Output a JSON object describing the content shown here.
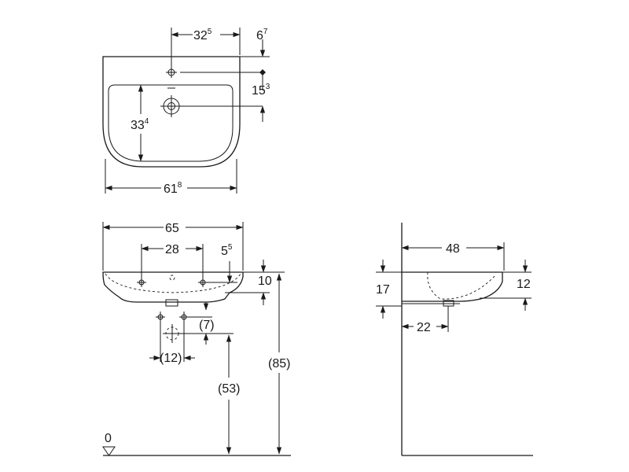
{
  "top_view": {
    "dim_tap_offset": {
      "main": "32",
      "sup": "5"
    },
    "dim_tap_edge": {
      "main": "6",
      "sup": "7"
    },
    "dim_drain_offset": {
      "main": "15",
      "sup": "3"
    },
    "dim_bowl_depth": {
      "main": "33",
      "sup": "4"
    },
    "dim_bowl_width": {
      "main": "61",
      "sup": "8"
    }
  },
  "front_view": {
    "dim_overall_width": "65",
    "dim_fixing_spacing": "28",
    "dim_fixing_offset": {
      "main": "5",
      "sup": "5"
    },
    "dim_rim_height": "10",
    "dim_supply_drop": "(7)",
    "dim_supply_spacing": "(12)",
    "dim_supply_height": "(53)",
    "dim_rim_floor": "(85)",
    "floor_level": "0"
  },
  "side_view": {
    "dim_projection": "48",
    "dim_depth_total": "17",
    "dim_depth_rim": "12",
    "dim_waste_offset": "22"
  }
}
